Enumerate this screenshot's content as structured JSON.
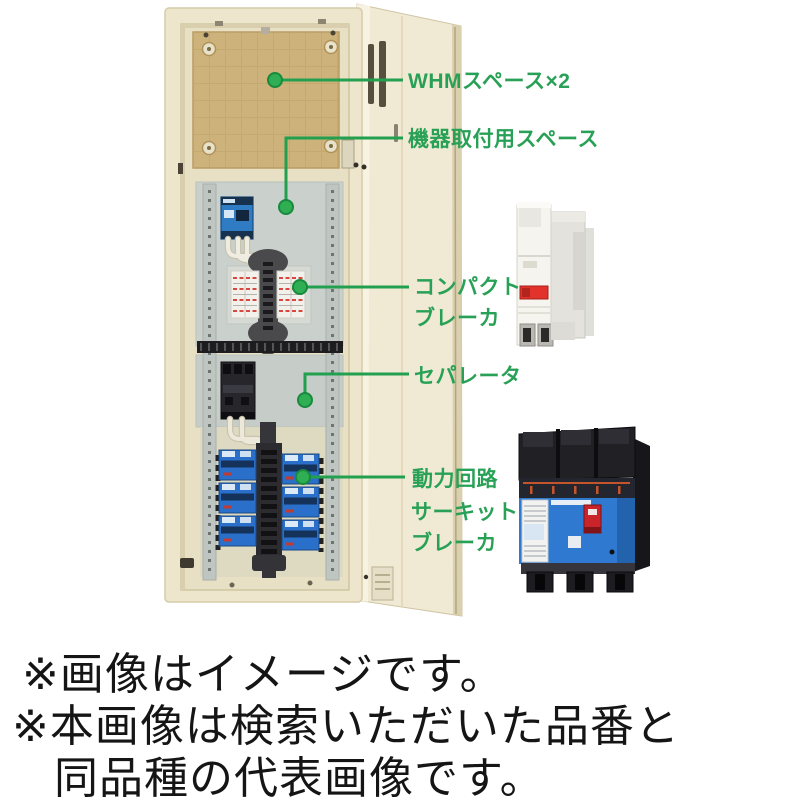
{
  "colors": {
    "annotation_green": "#28a156",
    "note_black": "#151515",
    "cabinet_cream": "#ede6cc",
    "board_tan": "#cdb37b",
    "panel_gray": "#c9cfca",
    "compact_breaker_red": "#d64840",
    "mccb_blue": "#2f7ad0",
    "branch_breaker_blue": "#2a6fc9"
  },
  "callouts": {
    "whm": {
      "label": "WHMスペース×2"
    },
    "equipment_space": {
      "label": "機器取付用スペース"
    },
    "compact_breaker": {
      "line1": "コンパクト",
      "line2": "ブレーカ"
    },
    "separator": {
      "label": "セパレータ"
    },
    "power_circuit": {
      "title": "動力回路",
      "line1": "サーキット",
      "line2": "ブレーカ"
    }
  },
  "notes": {
    "line1": "※画像はイメージです。",
    "line2": "※本画像は検索いただいた品番と",
    "line3": "同品種の代表画像です。"
  }
}
